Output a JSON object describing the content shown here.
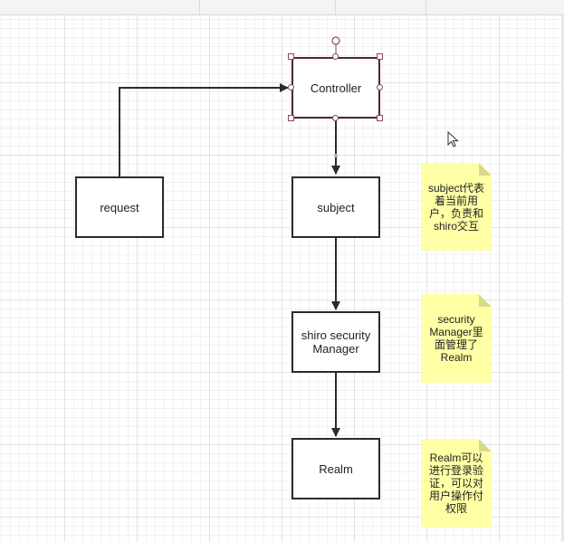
{
  "nodes": {
    "controller": "Controller",
    "request": "request",
    "subject": "subject",
    "security_manager": "shiro securityManager",
    "realm": "Realm"
  },
  "notes": {
    "subject_note": "subject代表着当前用户，负责和shiro交互",
    "manager_note": "security Manager里面管理了Realm",
    "realm_note": "Realm可以进行登录验证，可以对用户操作付权限"
  },
  "colors": {
    "note_fill": "#ffffa6",
    "edge": "#2b2b2b",
    "selection_handle": "#8a4a55"
  }
}
